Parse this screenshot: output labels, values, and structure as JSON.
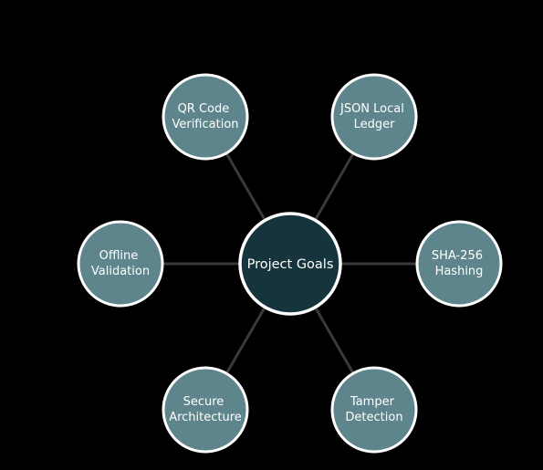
{
  "diagram": {
    "center": {
      "label": "Project Goals",
      "fill": "#16343c",
      "stroke": "#ffffff"
    },
    "node_fill": "#5e858b",
    "node_stroke": "#ffffff",
    "edge_color": "#3a3a3a",
    "nodes": [
      {
        "lines": [
          "QR Code",
          "Verification"
        ]
      },
      {
        "lines": [
          "JSON Local",
          "Ledger"
        ]
      },
      {
        "lines": [
          "Offline",
          "Validation"
        ]
      },
      {
        "lines": [
          "SHA-256",
          "Hashing"
        ]
      },
      {
        "lines": [
          "Secure",
          "Architecture"
        ]
      },
      {
        "lines": [
          "Tamper",
          "Detection"
        ]
      }
    ]
  }
}
